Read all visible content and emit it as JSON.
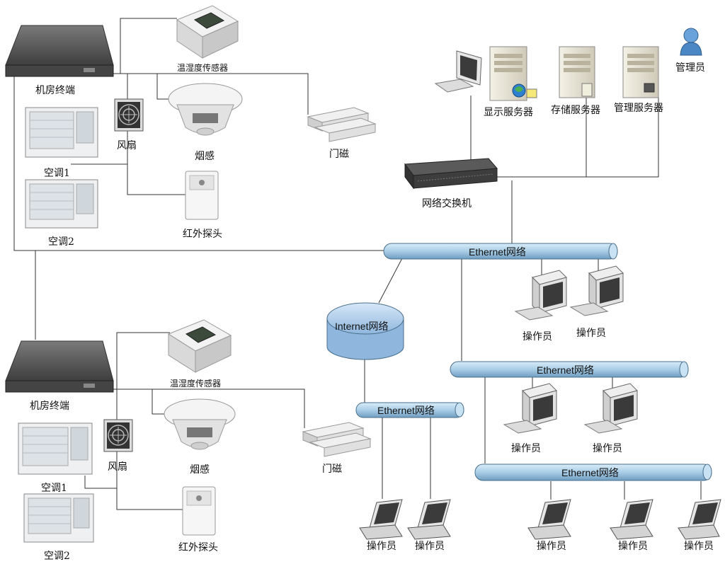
{
  "colors": {
    "bus_fill": "#a9cde6",
    "bus_stroke": "#4a6f8c",
    "cloud_fill": "#a8c8ea",
    "line": "#333333",
    "device_dark": "#5a5a5a",
    "device_light": "#e8e8e8"
  },
  "rooms": [
    {
      "terminal": "机房终端",
      "sensor": "温湿度传感器",
      "smoke": "烟感",
      "fan": "风扇",
      "door": "门磁",
      "ac1": "空调1",
      "ac2": "空调2",
      "infrared": "红外探头"
    },
    {
      "terminal": "机房终端",
      "sensor": "温湿度传感器",
      "smoke": "烟感",
      "fan": "风扇",
      "door": "门磁",
      "ac1": "空调1",
      "ac2": "空调2",
      "infrared": "红外探头"
    }
  ],
  "servers": {
    "display": "显示服务器",
    "storage": "存储服务器",
    "management": "管理服务器",
    "admin": "管理员"
  },
  "switch_label": "网络交换机",
  "internet_label": "Internet网络",
  "buses": [
    "Ethernet网络",
    "Ethernet网络",
    "Ethernet网络",
    "Ethernet网络"
  ],
  "operator_label": "操作员",
  "icons": [
    "server-icon",
    "switch-icon",
    "desktop-pc-icon",
    "laptop-icon",
    "fan-icon",
    "smoke-detector-icon",
    "door-sensor-icon",
    "air-conditioner-icon",
    "infrared-sensor-icon",
    "humidity-sensor-icon",
    "admin-user-icon",
    "globe-icon"
  ]
}
